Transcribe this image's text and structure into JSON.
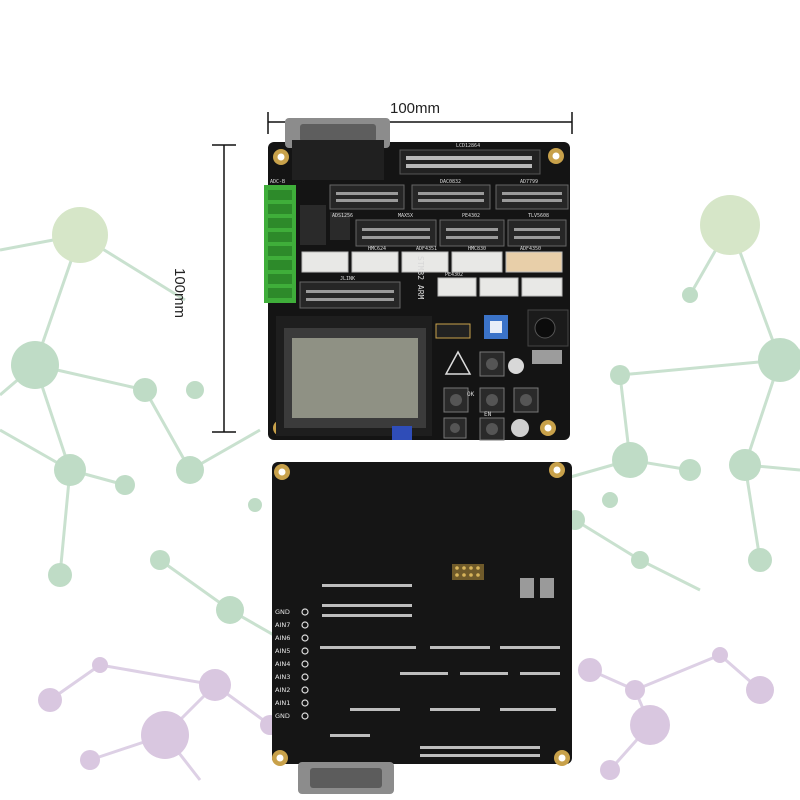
{
  "dimensions": {
    "width_label": "100mm",
    "height_label": "100mm"
  },
  "board_front": {
    "header_labels": [
      "ADC-B",
      "LCD12864",
      "DAC0832",
      "AD7799",
      "ADS1256",
      "MAX5X",
      "PE4302",
      "TLV5608",
      "HMC624",
      "ADF4351",
      "HMC830",
      "ADF4350",
      "PE4302",
      "JLINK"
    ],
    "chip_label": "STM32 ARM",
    "key_labels": [
      "OK",
      "EN"
    ]
  },
  "board_back": {
    "pin_labels": [
      "GND",
      "AIN7",
      "AIN6",
      "AIN5",
      "AIN4",
      "AIN3",
      "AIN2",
      "AIN1",
      "GND"
    ]
  },
  "colors": {
    "pcb": "#141414",
    "terminal_green": "#3fae3a",
    "lcd": "#8f9184",
    "node_green": "#bfdcc6",
    "node_purple": "#d9c7e0"
  }
}
